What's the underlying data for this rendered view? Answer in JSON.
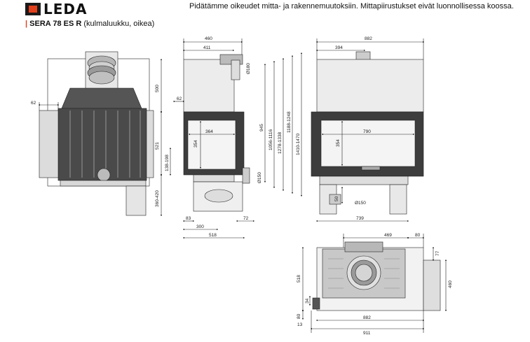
{
  "header": {
    "brand": "LEDA",
    "notice": "Pidätämme oikeudet mitta- ja rakennemuutoksiin. Mittapiirustukset eivät luonnollisessa koossa.",
    "model_bar": "|",
    "model_name": "SERA 78 ES R",
    "model_desc": "(kulmaluukku, oikea)"
  },
  "colors": {
    "accent": "#e2401c",
    "line": "#222222",
    "fill_dark": "#3a3a3a",
    "fill_mid": "#8a8a8a",
    "fill_light": "#c8c8c8"
  },
  "front_view": {
    "dims": {
      "left_offset": "62"
    }
  },
  "side_view": {
    "dims": {
      "width_top": "460",
      "width_inner": "411",
      "height_top": "500",
      "flue_diameter": "Ø180",
      "left_62": "62",
      "glass_width": "364",
      "glass_height": "354",
      "h_521": "521",
      "h_138_198": "138-198",
      "h_360_420": "360-420",
      "h_945": "945",
      "h_1056_1116": "1056-1116",
      "h_1278_1338": "1278-1338",
      "h_1188_1248": "1188-1248",
      "h_1410_1470": "1410-1470",
      "air_diameter": "Ø150",
      "bottom_83": "83",
      "bottom_300": "300",
      "bottom_72": "72",
      "bottom_518": "518"
    }
  },
  "right_view": {
    "dims": {
      "width_top": "882",
      "width_394": "394",
      "glass_width": "790",
      "glass_height": "354",
      "h_50": "50",
      "air_diameter": "Ø150",
      "bottom_739": "739"
    }
  },
  "plan_view": {
    "dims": {
      "top_469": "469",
      "top_80": "80",
      "right_77": "77",
      "right_460": "460",
      "left_518": "518",
      "left_34": "34",
      "left_80": "80",
      "left_13": "13",
      "bottom_882": "882",
      "bottom_911": "911"
    }
  }
}
